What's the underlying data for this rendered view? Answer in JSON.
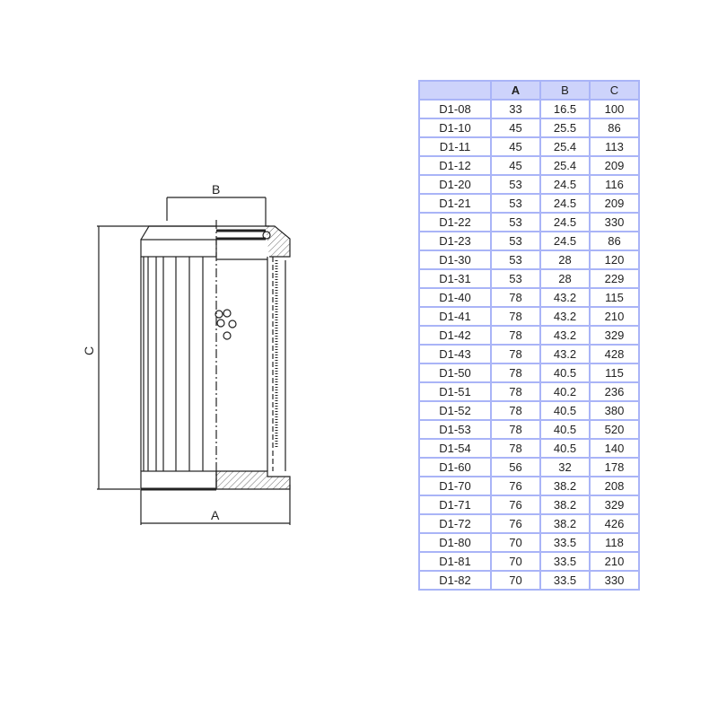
{
  "drawing": {
    "label_a": "A",
    "label_b": "B",
    "label_c": "C"
  },
  "table": {
    "headers": [
      "",
      "A",
      "B",
      "C"
    ],
    "rows": [
      [
        "D1-08",
        "33",
        "16.5",
        "100"
      ],
      [
        "D1-10",
        "45",
        "25.5",
        "86"
      ],
      [
        "D1-11",
        "45",
        "25.4",
        "113"
      ],
      [
        "D1-12",
        "45",
        "25.4",
        "209"
      ],
      [
        "D1-20",
        "53",
        "24.5",
        "116"
      ],
      [
        "D1-21",
        "53",
        "24.5",
        "209"
      ],
      [
        "D1-22",
        "53",
        "24.5",
        "330"
      ],
      [
        "D1-23",
        "53",
        "24.5",
        "86"
      ],
      [
        "D1-30",
        "53",
        "28",
        "120"
      ],
      [
        "D1-31",
        "53",
        "28",
        "229"
      ],
      [
        "D1-40",
        "78",
        "43.2",
        "115"
      ],
      [
        "D1-41",
        "78",
        "43.2",
        "210"
      ],
      [
        "D1-42",
        "78",
        "43.2",
        "329"
      ],
      [
        "D1-43",
        "78",
        "43.2",
        "428"
      ],
      [
        "D1-50",
        "78",
        "40.5",
        "115"
      ],
      [
        "D1-51",
        "78",
        "40.2",
        "236"
      ],
      [
        "D1-52",
        "78",
        "40.5",
        "380"
      ],
      [
        "D1-53",
        "78",
        "40.5",
        "520"
      ],
      [
        "D1-54",
        "78",
        "40.5",
        "140"
      ],
      [
        "D1-60",
        "56",
        "32",
        "178"
      ],
      [
        "D1-70",
        "76",
        "38.2",
        "208"
      ],
      [
        "D1-71",
        "76",
        "38.2",
        "329"
      ],
      [
        "D1-72",
        "76",
        "38.2",
        "426"
      ],
      [
        "D1-80",
        "70",
        "33.5",
        "118"
      ],
      [
        "D1-81",
        "70",
        "33.5",
        "210"
      ],
      [
        "D1-82",
        "70",
        "33.5",
        "330"
      ]
    ]
  }
}
